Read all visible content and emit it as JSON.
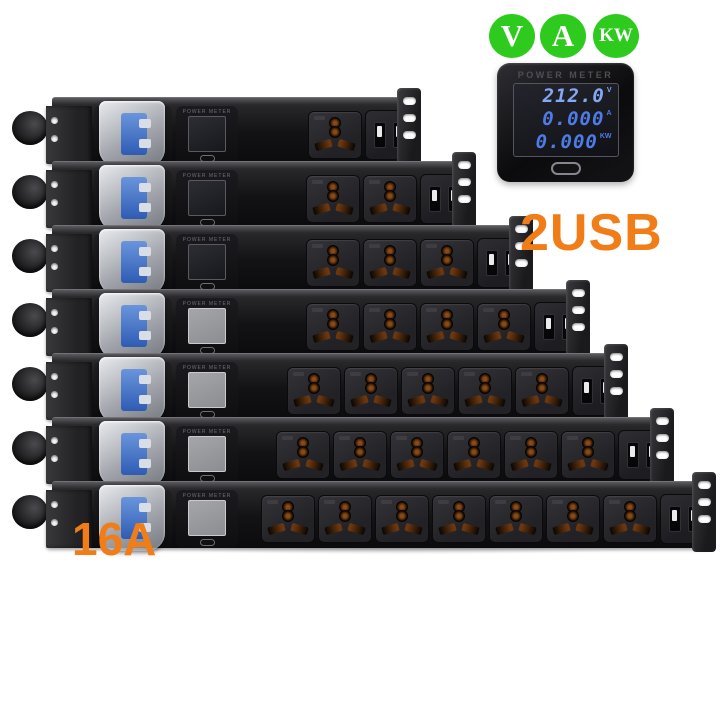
{
  "badges": [
    {
      "label": "V"
    },
    {
      "label": "A"
    },
    {
      "label": "KW"
    }
  ],
  "colors": {
    "badge_green": "#2ecb1e",
    "annotation_orange": "#f07d18",
    "meter_digit_blue": "#4d7ce6",
    "meter_digit_blue_bright": "#84a8f4"
  },
  "power_meter": {
    "label": "POWER METER",
    "readings": [
      {
        "value": "212.0",
        "unit": "V"
      },
      {
        "value": "0.000",
        "unit": "A"
      },
      {
        "value": "0.000",
        "unit": "KW"
      }
    ]
  },
  "annotations": {
    "usb_text": "2USB",
    "amp_text": "16A"
  },
  "pdu": {
    "meter_label": "POWER METER",
    "rows": [
      {
        "sockets": 1,
        "usb_ports": 2,
        "screen": "dark"
      },
      {
        "sockets": 2,
        "usb_ports": 2,
        "screen": "dark"
      },
      {
        "sockets": 3,
        "usb_ports": 2,
        "screen": "dark"
      },
      {
        "sockets": 4,
        "usb_ports": 2,
        "screen": "light"
      },
      {
        "sockets": 5,
        "usb_ports": 2,
        "screen": "light"
      },
      {
        "sockets": 6,
        "usb_ports": 2,
        "screen": "light"
      },
      {
        "sockets": 7,
        "usb_ports": 2,
        "screen": "light"
      }
    ]
  }
}
